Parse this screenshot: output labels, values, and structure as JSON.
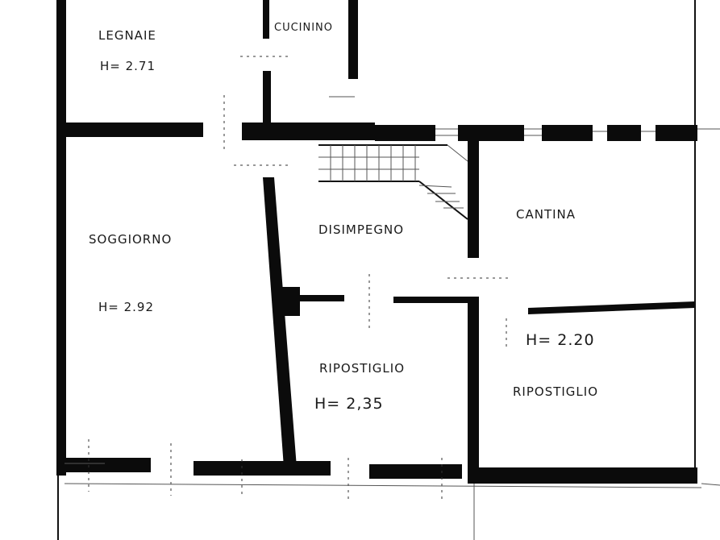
{
  "rooms": {
    "bagno": {
      "name": "LEGNAIE",
      "height": "H= 2.71"
    },
    "cucinino": {
      "name": "CUCININO"
    },
    "soggiorno": {
      "name": "SOGGIORNO",
      "height": "H= 2.92"
    },
    "disimpegno": {
      "name": "DISIMPEGNO"
    },
    "cantina": {
      "name": "CANTINA",
      "height": "H= 2.20"
    },
    "ripostiglio_1": {
      "name": "RIPOSTIGLIO",
      "height": "H= 2,35"
    },
    "ripostiglio_2": {
      "name": "RIPOSTIGLIO"
    }
  }
}
